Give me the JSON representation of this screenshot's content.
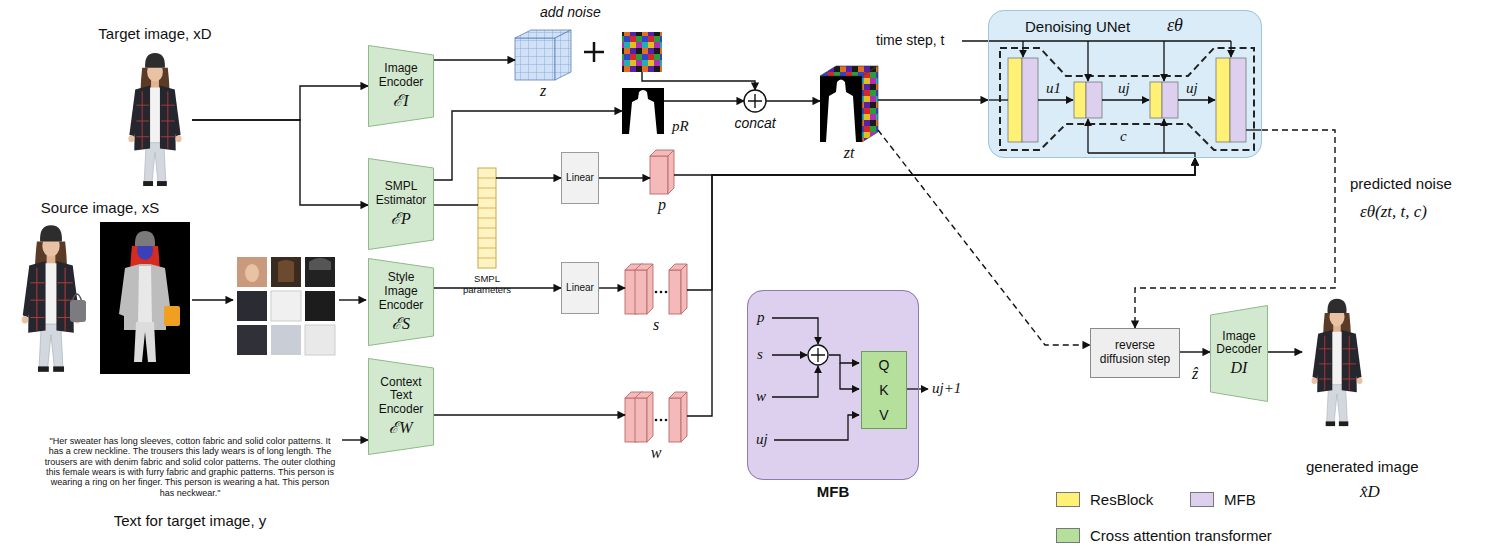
{
  "diagram": {
    "nodes": [
      {
        "text": [
          "Target image, xD"
        ]
      },
      {
        "text": [
          "Image Encoder",
          "ℰI"
        ]
      },
      {
        "text": [
          "z"
        ]
      },
      {
        "text": [
          "add noise"
        ]
      },
      {
        "text": [
          "SMPL Estimator",
          "ℰP"
        ]
      },
      {
        "text": [
          "SMPL parameters"
        ]
      },
      {
        "text": [
          "Linear"
        ]
      },
      {
        "text": [
          "p"
        ]
      },
      {
        "text": [
          "pR"
        ]
      },
      {
        "text": [
          "concat"
        ]
      },
      {
        "text": [
          "zt"
        ]
      },
      {
        "text": [
          "Denoising UNet",
          "εθ"
        ]
      },
      {
        "text": [
          "Source image, xS"
        ]
      },
      {
        "text": [
          "Style Image Encoder",
          "ℰS"
        ]
      },
      {
        "text": [
          "Linear"
        ]
      },
      {
        "text": [
          "s"
        ]
      },
      {
        "text": [
          "Context Text Encoder",
          "ℰW"
        ]
      },
      {
        "text": [
          "w"
        ]
      },
      {
        "text": [
          "\"Her sweater has long sleeves, cotton fabric and solid color patterns. It has a crew neckline. The trousers this lady wears is of long length. The trousers are with denim fabric and solid color patterns. The outer clothing this female wears is with furry fabric and graphic patterns. This person is wearing a ring on her finger. This person is wearing a hat. This person has neckwear.\"",
          "Text for target image, y"
        ]
      },
      {
        "text": [
          "MFB"
        ]
      },
      {
        "text": [
          "Q",
          "K",
          "V"
        ],
        "in": 19
      },
      {
        "text": [
          "reverse diffusion step"
        ]
      },
      {
        "text": [
          "Image Decoder",
          "DI"
        ]
      },
      {
        "text": [
          "generated image",
          "x̂D"
        ]
      }
    ],
    "edges": [
      {
        "from": 0,
        "to": 1,
        "arrow": "to"
      },
      {
        "from": 0,
        "to": 4,
        "arrow": "to"
      },
      {
        "from": 1,
        "to": 2,
        "arrow": "to"
      },
      {
        "from": 3,
        "to": 9,
        "arrow": "to"
      },
      {
        "from": 4,
        "to": 8,
        "arrow": "to"
      },
      {
        "from": 4,
        "to": 5,
        "arrow": "none"
      },
      {
        "from": 5,
        "to": 6,
        "arrow": "to"
      },
      {
        "from": 6,
        "to": 7,
        "arrow": "to"
      },
      {
        "from": 8,
        "to": 9,
        "arrow": "to"
      },
      {
        "from": 9,
        "to": 10,
        "arrow": "to"
      },
      {
        "from": 10,
        "to": 11,
        "arrow": "to"
      },
      {
        "from": 7,
        "to": 11,
        "arrow": "to"
      },
      {
        "from": 13,
        "to": 14,
        "arrow": "to"
      },
      {
        "from": 14,
        "to": 15,
        "arrow": "to"
      },
      {
        "from": 15,
        "to": 11,
        "arrow": "to"
      },
      {
        "from": 16,
        "to": 17,
        "arrow": "to"
      },
      {
        "from": 17,
        "to": 11,
        "arrow": "to"
      },
      {
        "from": 18,
        "to": 16,
        "arrow": "to"
      },
      {
        "from": 10,
        "to": 21,
        "arrow": "to"
      },
      {
        "from": 11,
        "to": 21,
        "arrow": "to"
      },
      {
        "from": 21,
        "to": 22,
        "label": "ẑ",
        "arrow": "to"
      },
      {
        "from": 22,
        "to": 23,
        "arrow": "to"
      }
    ],
    "labels": [
      "time step, t",
      "u1",
      "uj",
      "uj",
      "c",
      "predicted noise",
      "εθ(zt, t, c)",
      "p",
      "s",
      "w",
      "uj",
      "uj+1"
    ],
    "legend": [
      {
        "text": "ResBlock",
        "color": "#fff176"
      },
      {
        "text": "MFB",
        "color": "#dcd0ee"
      },
      {
        "text": "Cross attention transformer",
        "color": "#b4e09c"
      }
    ]
  }
}
